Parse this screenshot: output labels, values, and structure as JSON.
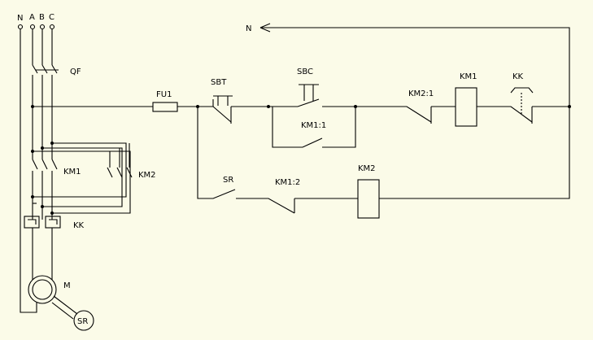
{
  "labels": {
    "N": "N",
    "A": "A",
    "B": "B",
    "C": "C",
    "QF": "QF",
    "KM1": "KM1",
    "KM2": "KM2",
    "KK": "KK",
    "M": "M",
    "SR": "SR",
    "N_arrow": "N",
    "FU1": "FU1",
    "SBT": "SBT",
    "SBC": "SBC",
    "KM1_1": "KM1:1",
    "KM2_1": "KM2:1",
    "KM1_coil": "KM1",
    "KK_ctrl": "KK",
    "SR_ctrl": "SR",
    "KM1_2": "KM1:2",
    "KM2_coil": "KM2"
  },
  "colors": {
    "background": "#fbfbe8",
    "line": "#000000"
  }
}
